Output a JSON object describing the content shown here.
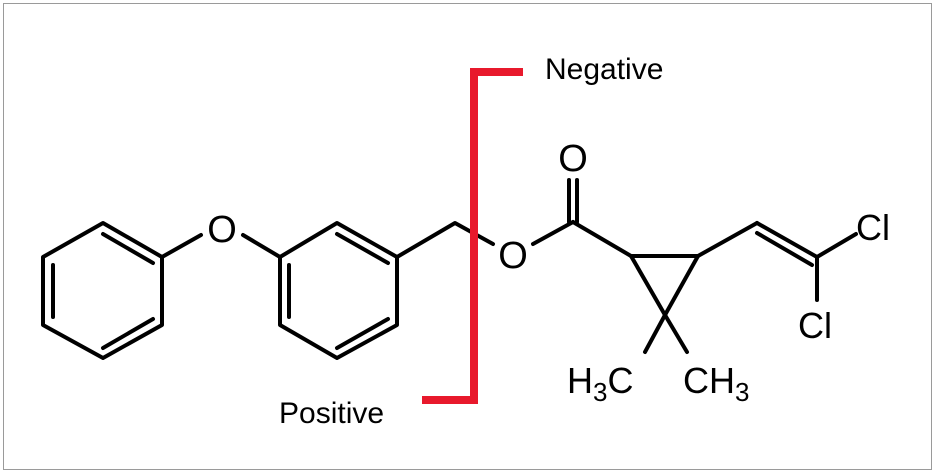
{
  "diagram": {
    "labels": {
      "negative": "Negative",
      "positive": "Positive"
    },
    "atoms": {
      "ether_oxygen": "O",
      "ester_oxygen": "O",
      "carbonyl_oxygen": "O",
      "chlorine_1": "Cl",
      "chlorine_2": "Cl",
      "methyl_left_h": "H",
      "methyl_left_sub": "3",
      "methyl_left_c": "C",
      "methyl_right_ch": "CH",
      "methyl_right_sub": "3"
    },
    "colors": {
      "bracket": "#e8192c",
      "bond": "#000000"
    }
  }
}
